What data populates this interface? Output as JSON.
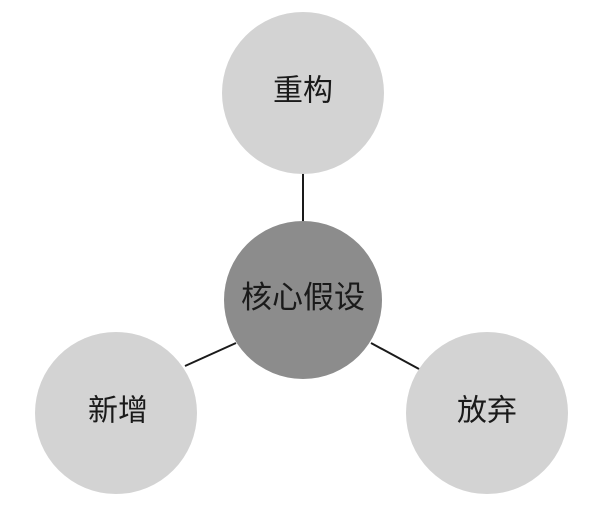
{
  "diagram": {
    "center": {
      "label": "核心假设",
      "color": "#8c8c8c"
    },
    "nodes": [
      {
        "label": "重构",
        "color": "#d3d3d3"
      },
      {
        "label": "新增",
        "color": "#d3d3d3"
      },
      {
        "label": "放弃",
        "color": "#d3d3d3"
      }
    ]
  }
}
